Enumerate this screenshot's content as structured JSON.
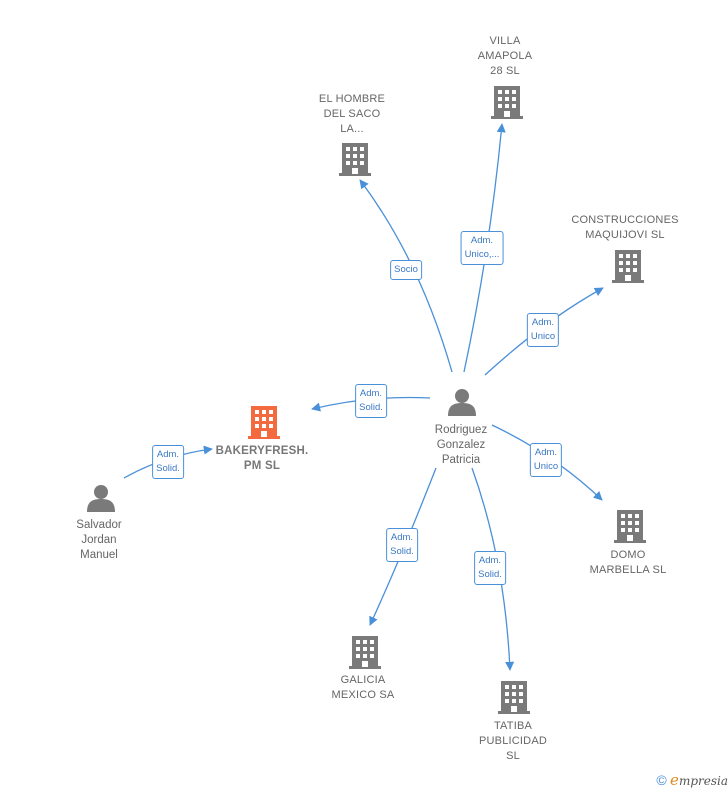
{
  "nodes": {
    "villa": {
      "label": "VILLA\nAMAPOLA\n28  SL"
    },
    "hombre": {
      "label": "EL HOMBRE\nDEL SACO\nLA..."
    },
    "construcciones": {
      "label": "CONSTRUCCIONES\nMAQUIJOVI SL"
    },
    "bakery": {
      "label": "BAKERYFRESH.\nPM  SL"
    },
    "rodriguez": {
      "label": "Rodriguez\nGonzalez\nPatricia"
    },
    "salvador": {
      "label": "Salvador\nJordan\nManuel"
    },
    "domo": {
      "label": "DOMO\nMARBELLA SL"
    },
    "galicia": {
      "label": "GALICIA\nMEXICO SA"
    },
    "tatiba": {
      "label": "TATIBA\nPUBLICIDAD\nSL"
    }
  },
  "relations": {
    "socio": "Socio",
    "adm_unico_villa": "Adm.\nUnico,...",
    "adm_unico_constr": "Adm.\nUnico",
    "adm_solid_bakery": "Adm.\nSolid.",
    "adm_solid_salvador": "Adm.\nSolid.",
    "adm_unico_domo": "Adm.\nUnico",
    "adm_solid_galicia": "Adm.\nSolid.",
    "adm_solid_tatiba": "Adm.\nSolid."
  },
  "colors": {
    "edge": "#4a90d9",
    "building": "#7a7a7a",
    "main_building": "#f26a3d",
    "person": "#7a7a7a"
  },
  "footer": {
    "copyright": "©",
    "brand_initial": "e",
    "brand_rest": "mpresia"
  }
}
